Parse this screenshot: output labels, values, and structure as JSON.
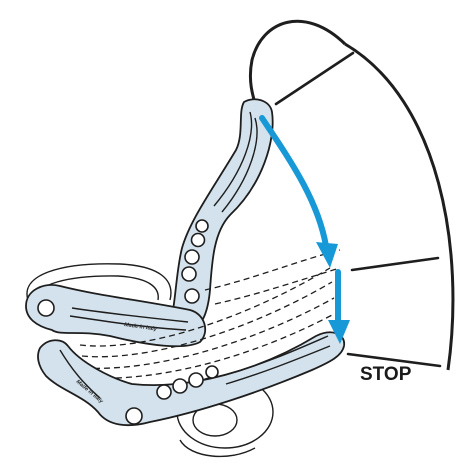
{
  "labels": {
    "stop": "STOP"
  },
  "stamps": {
    "upper_plate": "Made in Italy",
    "lower_plate": "Made in Italy"
  },
  "colors": {
    "plate_fill": "#d3e2ec",
    "outline": "#1e1e1e",
    "motion_arrow": "#1799d8",
    "background": "#ffffff"
  },
  "icons": {
    "direction_arrow": "curved-arrow-icon",
    "motion_arrow": "blue-arrow-icon"
  }
}
